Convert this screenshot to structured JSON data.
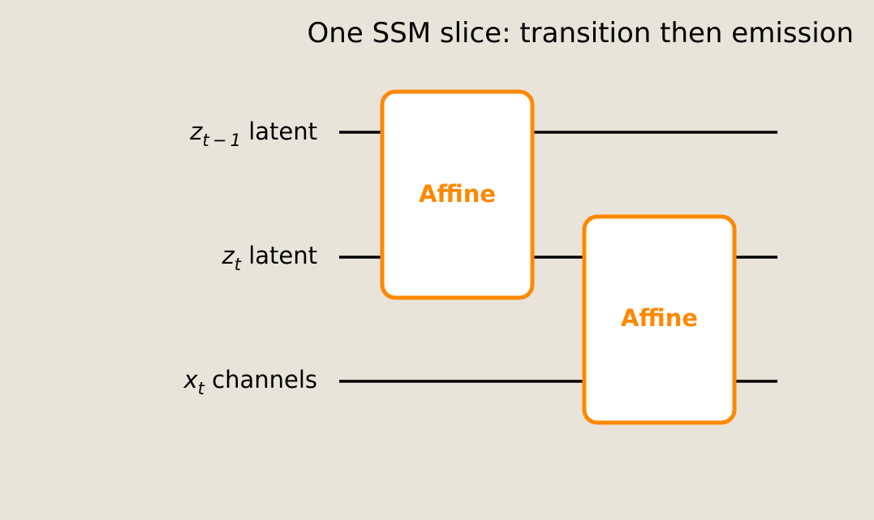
{
  "title": "One SSM slice: transition then emission",
  "wires": [
    {
      "symbol": "z",
      "subscript": "t − 1",
      "label": "latent"
    },
    {
      "symbol": "z",
      "subscript": "t",
      "label": "latent"
    },
    {
      "symbol": "x",
      "subscript": "t",
      "label": "channels"
    }
  ],
  "gates": [
    {
      "label": "Affine",
      "wires": [
        0,
        1
      ]
    },
    {
      "label": "Affine",
      "wires": [
        1,
        2
      ]
    }
  ],
  "colors": {
    "background": "#e8e4da",
    "gate_stroke": "#ff8800",
    "gate_text": "#ff8800",
    "wire": "#000000"
  }
}
